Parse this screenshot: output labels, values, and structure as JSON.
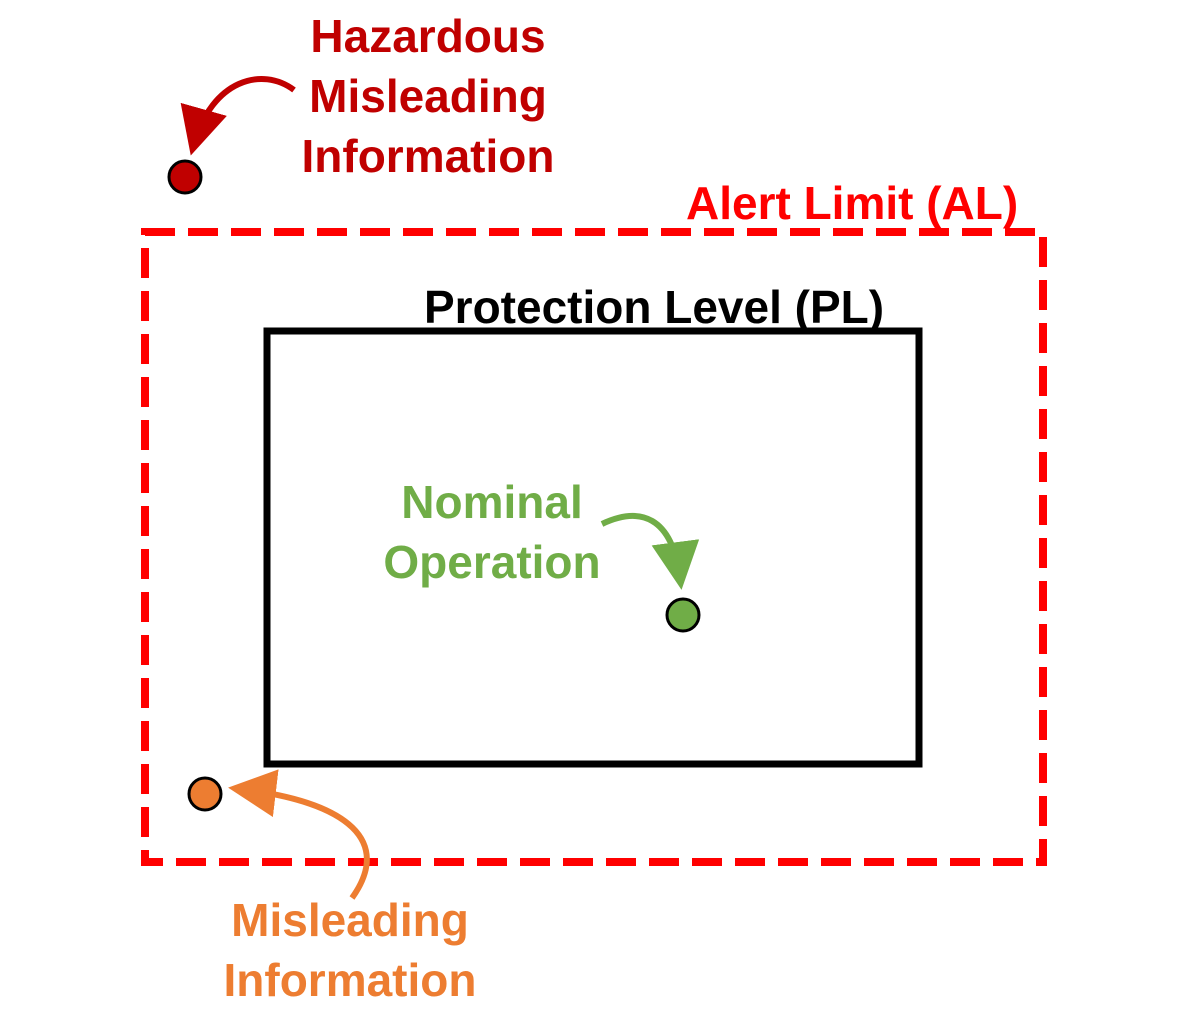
{
  "colors": {
    "hazardous": "#c00000",
    "alert_limit": "#ff0000",
    "protection_level": "#000000",
    "nominal": "#70ad47",
    "misleading": "#ed7d31"
  },
  "labels": {
    "hazardous_line1": "Hazardous",
    "hazardous_line2": "Misleading",
    "hazardous_line3": "Information",
    "alert_limit": "Alert Limit (AL)",
    "protection_level": "Protection Level (PL)",
    "nominal_line1": "Nominal",
    "nominal_line2": "Operation",
    "misleading_line1": "Misleading",
    "misleading_line2": "Information"
  }
}
